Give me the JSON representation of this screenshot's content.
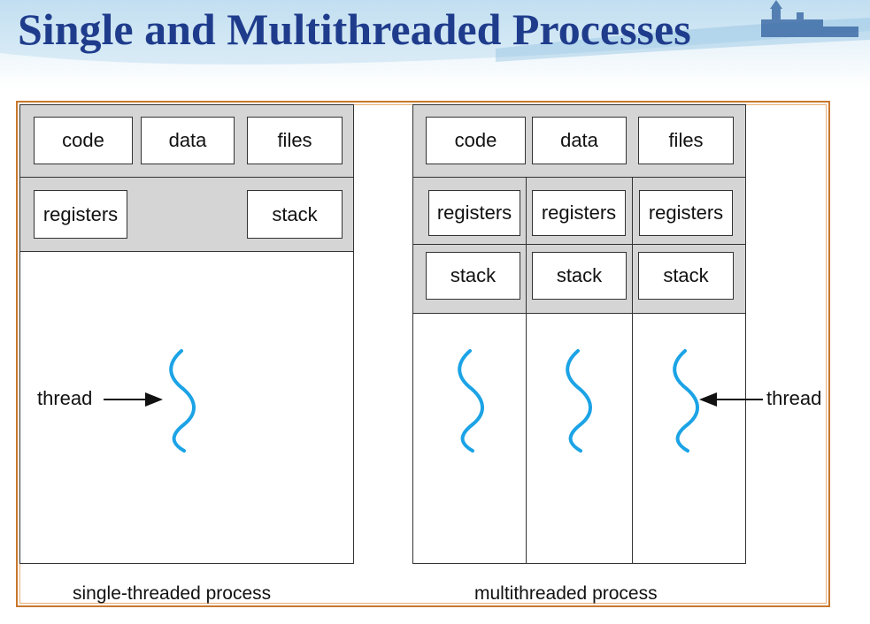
{
  "title": "Single and Multithreaded Processes",
  "single": {
    "shared": [
      "code",
      "data",
      "files"
    ],
    "registers": "registers",
    "stack": "stack",
    "thread_label": "thread",
    "caption": "single-threaded process"
  },
  "multi": {
    "shared": [
      "code",
      "data",
      "files"
    ],
    "threads": [
      {
        "registers": "registers",
        "stack": "stack"
      },
      {
        "registers": "registers",
        "stack": "stack"
      },
      {
        "registers": "registers",
        "stack": "stack"
      }
    ],
    "thread_label": "thread",
    "caption": "multithreaded process"
  },
  "colors": {
    "title": "#1f3c8c",
    "thread_squiggle": "#1ba3e6",
    "frame": "#c8782e",
    "shaded": "#d5d5d5"
  }
}
